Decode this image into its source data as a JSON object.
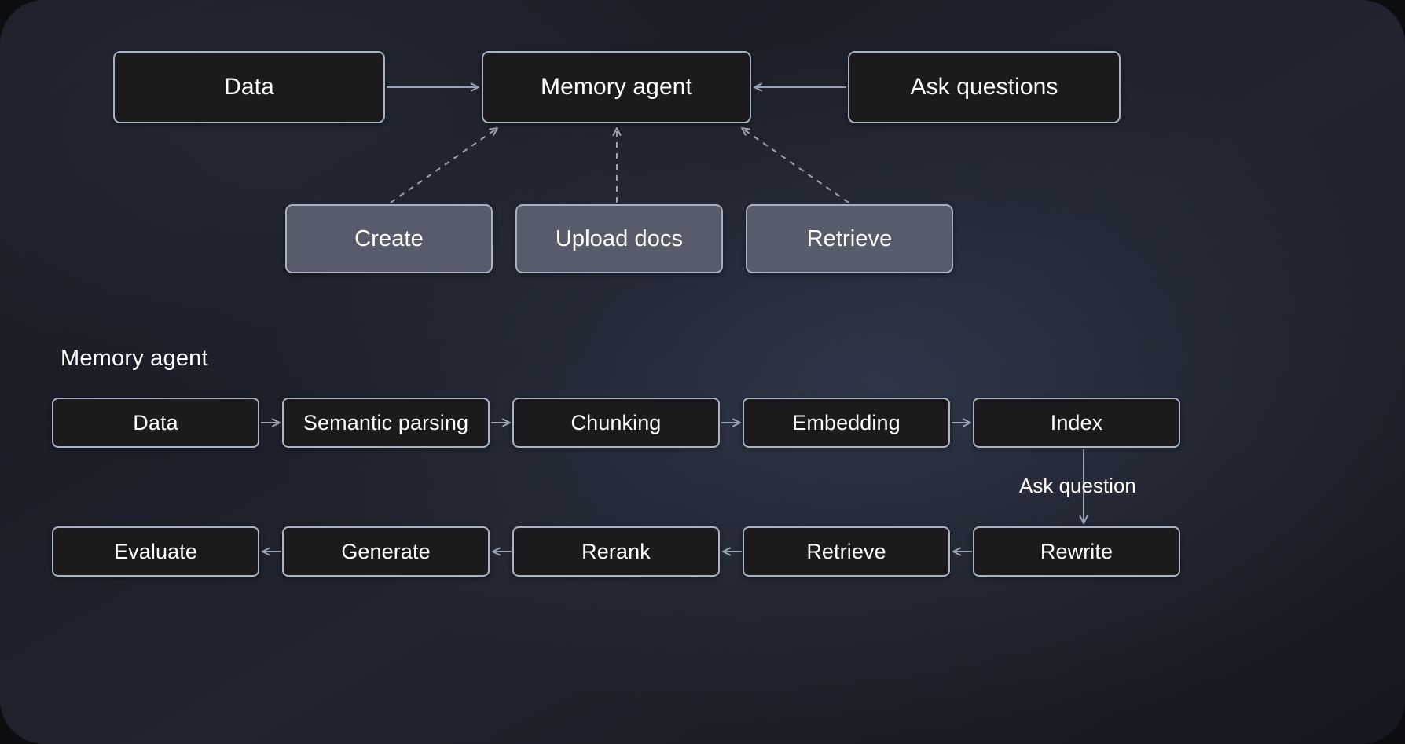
{
  "diagram": {
    "background_color": "#1d2029",
    "node_fill": "#1b1b1d",
    "node_fill_action": "#565c69",
    "node_border": "#aab3c4",
    "text_color": "#ffffff",
    "arrow_color": "#9aa3b4"
  },
  "top_flow": {
    "data_label": "Data",
    "memory_agent_label": "Memory agent",
    "ask_questions_label": "Ask questions"
  },
  "actions": {
    "create_label": "Create",
    "upload_docs_label": "Upload docs",
    "retrieve_label": "Retrieve"
  },
  "memory_agent_section": {
    "title": "Memory agent",
    "ask_question_label": "Ask question",
    "ingest_row": [
      {
        "label": "Data"
      },
      {
        "label": "Semantic parsing"
      },
      {
        "label": "Chunking"
      },
      {
        "label": "Embedding"
      },
      {
        "label": "Index"
      }
    ],
    "query_row": [
      {
        "label": "Evaluate"
      },
      {
        "label": "Generate"
      },
      {
        "label": "Rerank"
      },
      {
        "label": "Retrieve"
      },
      {
        "label": "Rewrite"
      }
    ]
  }
}
